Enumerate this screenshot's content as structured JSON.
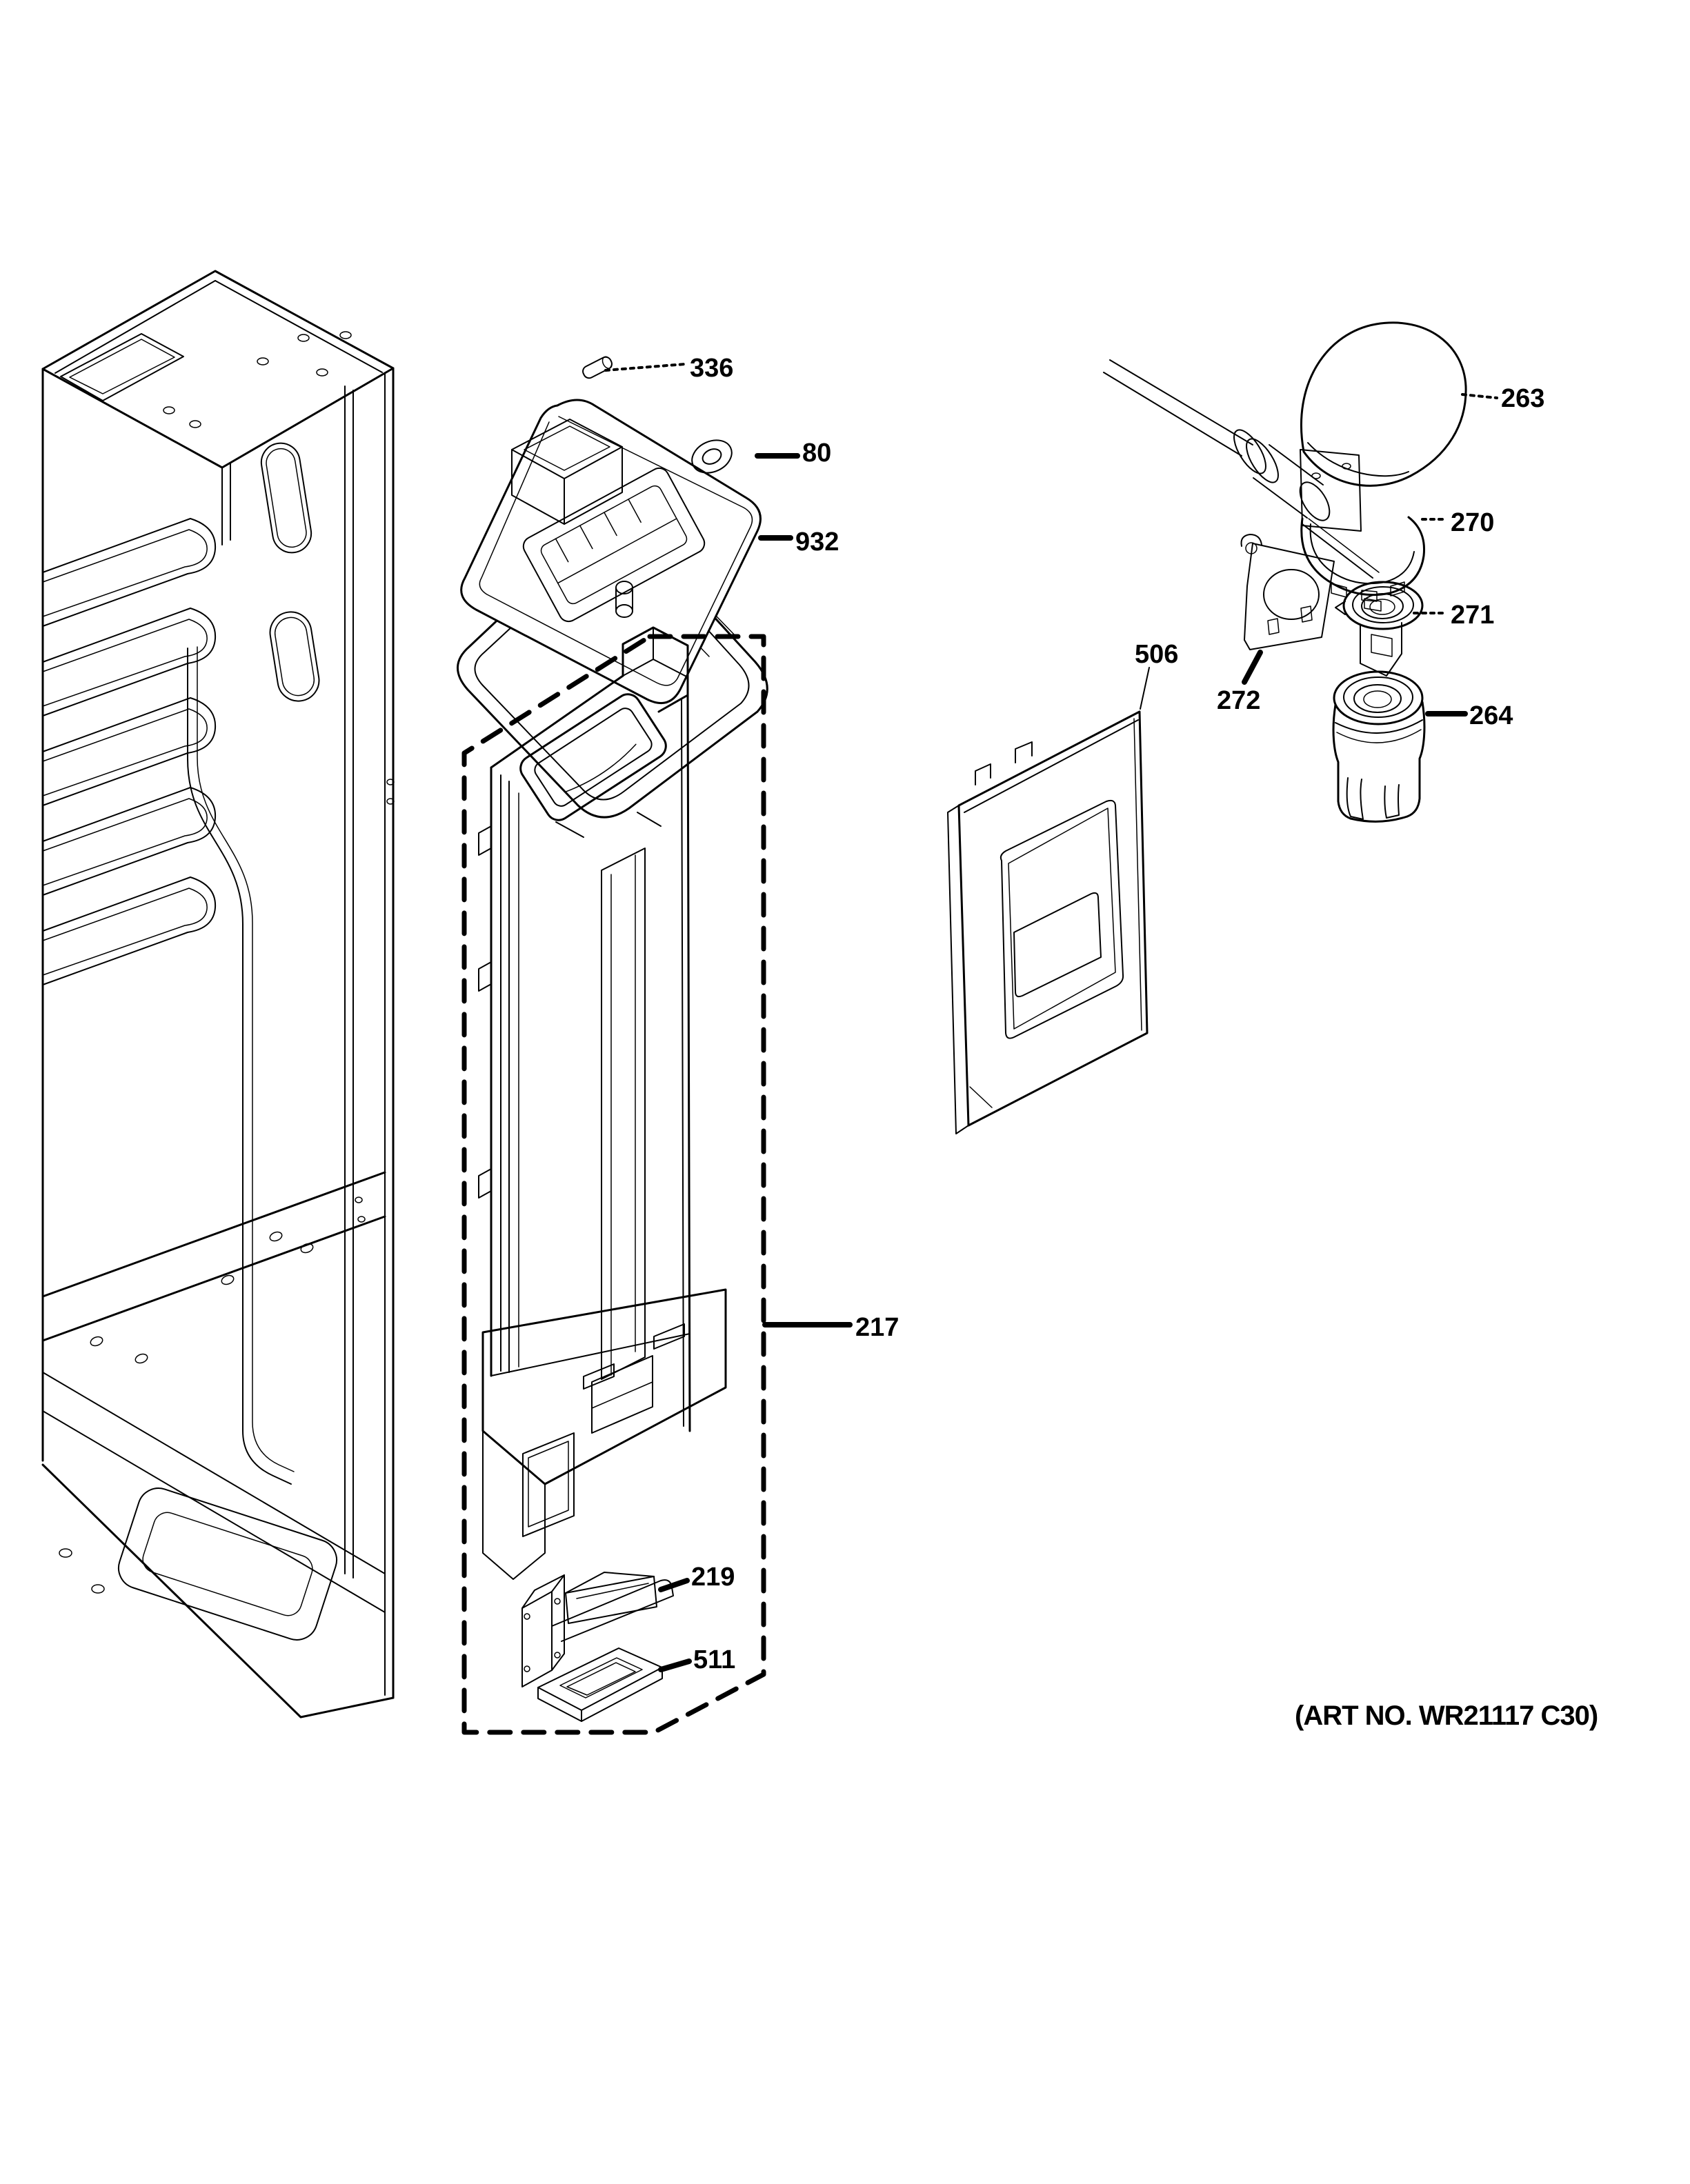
{
  "colors": {
    "line": "#000000",
    "background": "#ffffff"
  },
  "footer": {
    "art_no": "(ART NO. WR21117 C30)"
  },
  "parts": {
    "p336": "336",
    "p80": "80",
    "p932": "932",
    "p217": "217",
    "p219": "219",
    "p511": "511",
    "p506": "506",
    "p272": "272",
    "p271": "271",
    "p263": "263",
    "p270": "270",
    "p264": "264"
  }
}
